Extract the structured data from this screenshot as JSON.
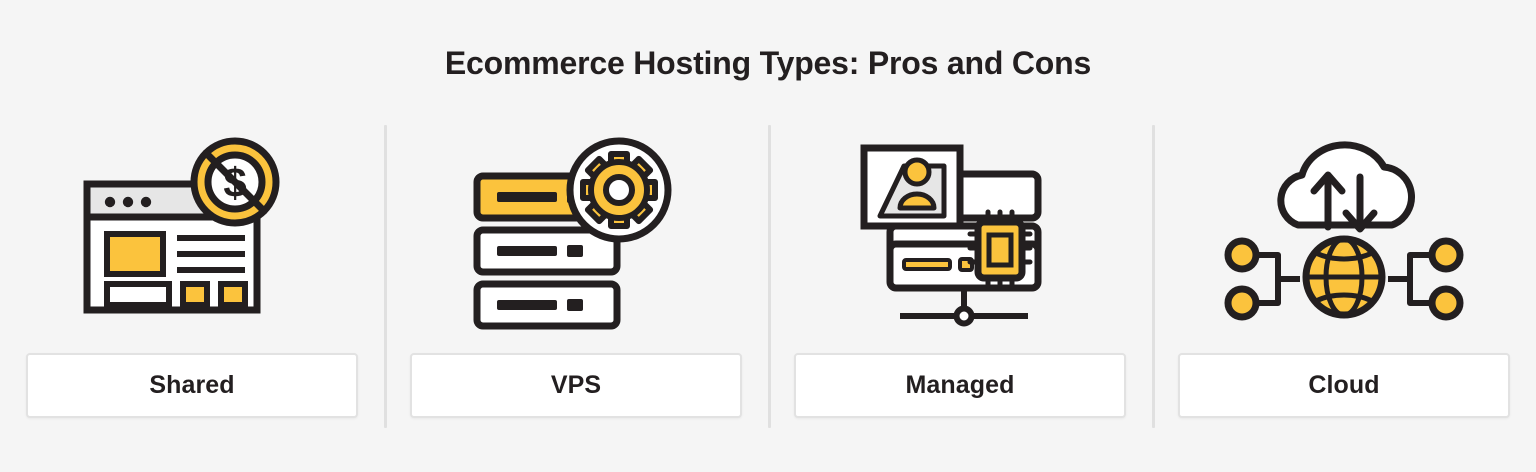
{
  "header": {
    "title": "Ecommerce Hosting Types: Pros and Cons"
  },
  "colors": {
    "background": "#f5f5f5",
    "accent_yellow": "#fbc33d",
    "ink": "#231f20",
    "card_background": "#ffffff",
    "card_border": "#e2e2e2",
    "divider": "#e0e0e0",
    "light_gray_fill": "#e6e6e6"
  },
  "columns": [
    {
      "label": "Shared",
      "icon_name": "shared-hosting-icon",
      "icon_description": "browser window with content blocks and a no-cost dollar coin badge"
    },
    {
      "label": "VPS",
      "icon_name": "vps-hosting-icon",
      "icon_description": "stack of three server racks with a gear badge"
    },
    {
      "label": "Managed",
      "icon_name": "managed-hosting-icon",
      "icon_description": "servers with admin user card, cpu chip and network node"
    },
    {
      "label": "Cloud",
      "icon_name": "cloud-hosting-icon",
      "icon_description": "cloud with upload and download arrows over a globe with network nodes"
    }
  ]
}
